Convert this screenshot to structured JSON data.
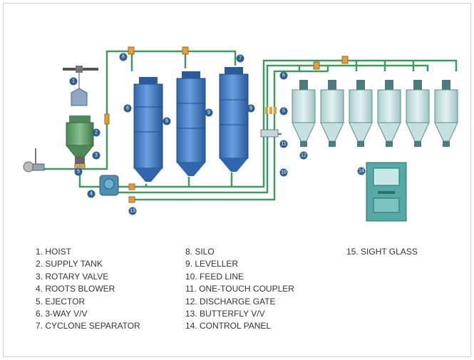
{
  "legend": {
    "items": [
      "1. HOIST",
      "2. SUPPLY TANK",
      "3. ROTARY VALVE",
      "4. ROOTS BLOWER",
      "5. EJECTOR",
      "6. 3-WAY V/V",
      "7. CYCLONE SEPARATOR",
      "8. SILO",
      "9. LEVELLER",
      "10. FEED LINE",
      "11. ONE-TOUCH COUPLER",
      "12. DISCHARGE GATE",
      "13. BUTTERFLY V/V",
      "14. CONTROL PANEL",
      "15. SIGHT GLASS"
    ]
  },
  "markers": {
    "n1": "1",
    "n2": "2",
    "n3": "3",
    "n4": "4",
    "n5": "5",
    "n6": "6",
    "n7": "7",
    "n8": "8",
    "n9": "9",
    "n10": "10",
    "n11": "11",
    "n12": "12",
    "n13": "13",
    "n14": "14"
  },
  "colors": {
    "pipe": "#3f9a5f",
    "silo": "#3f78c0",
    "silo_dark": "#2b5f9e",
    "hopper": "#c9e0e0",
    "hopper_dark": "#5a8d8d",
    "tank": "#5f9e6a",
    "panel": "#4aa4a0",
    "marker": "#2f5f8f",
    "valve": "#e0a040"
  }
}
